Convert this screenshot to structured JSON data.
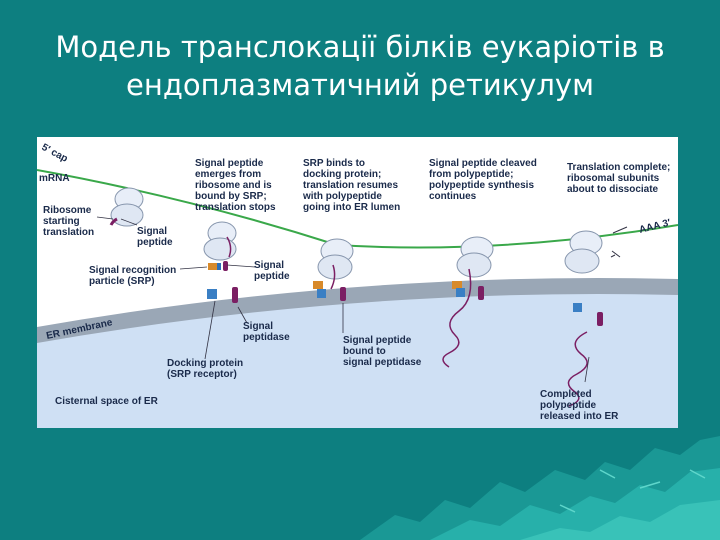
{
  "slide": {
    "title_line1": "Модель транслокації білків еукаріотів в",
    "title_line2": "ендоплазматичний ретикулум",
    "colors": {
      "background": "#0d7f80",
      "mountains": "#1fa3a0",
      "figure_bg": "#ffffff",
      "er_lumen": "#cfe0f4",
      "membrane": "#9aa7b6"
    }
  },
  "figure": {
    "five_prime_cap": "5′ cap",
    "mrna": "mRNA",
    "ribosome_starting": [
      "Ribosome",
      "starting",
      "translation"
    ],
    "signal_peptide_1": [
      "Signal",
      "peptide"
    ],
    "step1": [
      "Signal peptide",
      "emerges from",
      "ribosome and is",
      "bound by SRP;",
      "translation stops"
    ],
    "step2": [
      "SRP binds to",
      "docking protein;",
      "translation resumes",
      "with polypeptide",
      "going into ER lumen"
    ],
    "step3": [
      "Signal peptide cleaved",
      "from polypeptide;",
      "polypeptide synthesis",
      "continues"
    ],
    "step4": [
      "Translation complete;",
      "ribosomal subunits",
      "about to dissociate"
    ],
    "aaa_three": "AAA 3′",
    "srp": [
      "Signal recognition",
      "particle (SRP)"
    ],
    "signal_peptide_2": [
      "Signal",
      "peptide"
    ],
    "er_membrane": "ER membrane",
    "signal_peptidase": [
      "Signal",
      "peptidase"
    ],
    "docking_protein": [
      "Docking protein",
      "(SRP receptor)"
    ],
    "bound_peptidase": [
      "Signal peptide",
      "bound to",
      "signal peptidase"
    ],
    "cisternal_space": "Cisternal space of ER",
    "completed": [
      "Completed",
      "polypeptide",
      "released into ER"
    ]
  }
}
